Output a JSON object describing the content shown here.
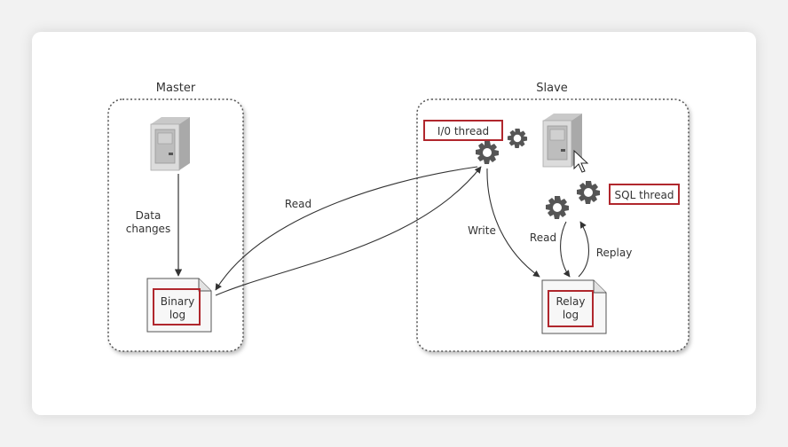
{
  "master": {
    "title": "Master"
  },
  "slave": {
    "title": "Slave"
  },
  "edges": {
    "data_changes_line1": "Data",
    "data_changes_line2": "changes",
    "read_master": "Read",
    "write": "Write",
    "read_slave": "Read",
    "replay": "Replay"
  },
  "files": {
    "binary_log_line1": "Binary",
    "binary_log_line2": "log",
    "relay_log_line1": "Relay",
    "relay_log_line2": "log"
  },
  "threads": {
    "io_thread": "I/0 thread",
    "sql_thread": "SQL thread"
  },
  "icons": {
    "server": "server-icon",
    "gear": "gear-icon",
    "document": "document-icon",
    "cursor": "mouse-cursor-icon"
  },
  "colors": {
    "highlight_box": "#b0272d",
    "gear": "#555555",
    "arrow": "#333333",
    "container_border": "#555555"
  }
}
